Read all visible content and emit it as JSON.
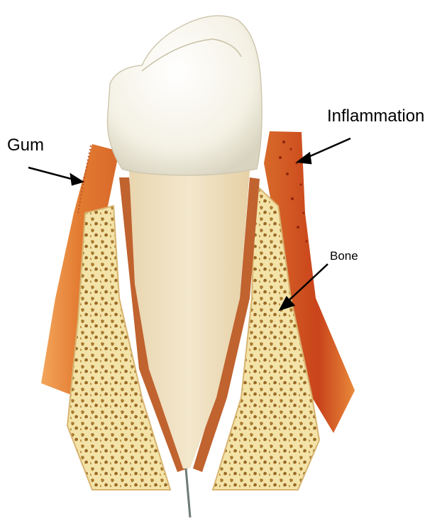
{
  "labels": {
    "gum": "Gum",
    "inflammation": "Inflammation",
    "bone": "Bone"
  },
  "colors": {
    "crown": "#f7f4ea",
    "root": "#efe0c0",
    "gum": "#e0782e",
    "gum_inflamed": "#c8431c",
    "bone": "#f2dfa0",
    "bone_pores": "#a8762e",
    "ligament": "#b8542a"
  }
}
